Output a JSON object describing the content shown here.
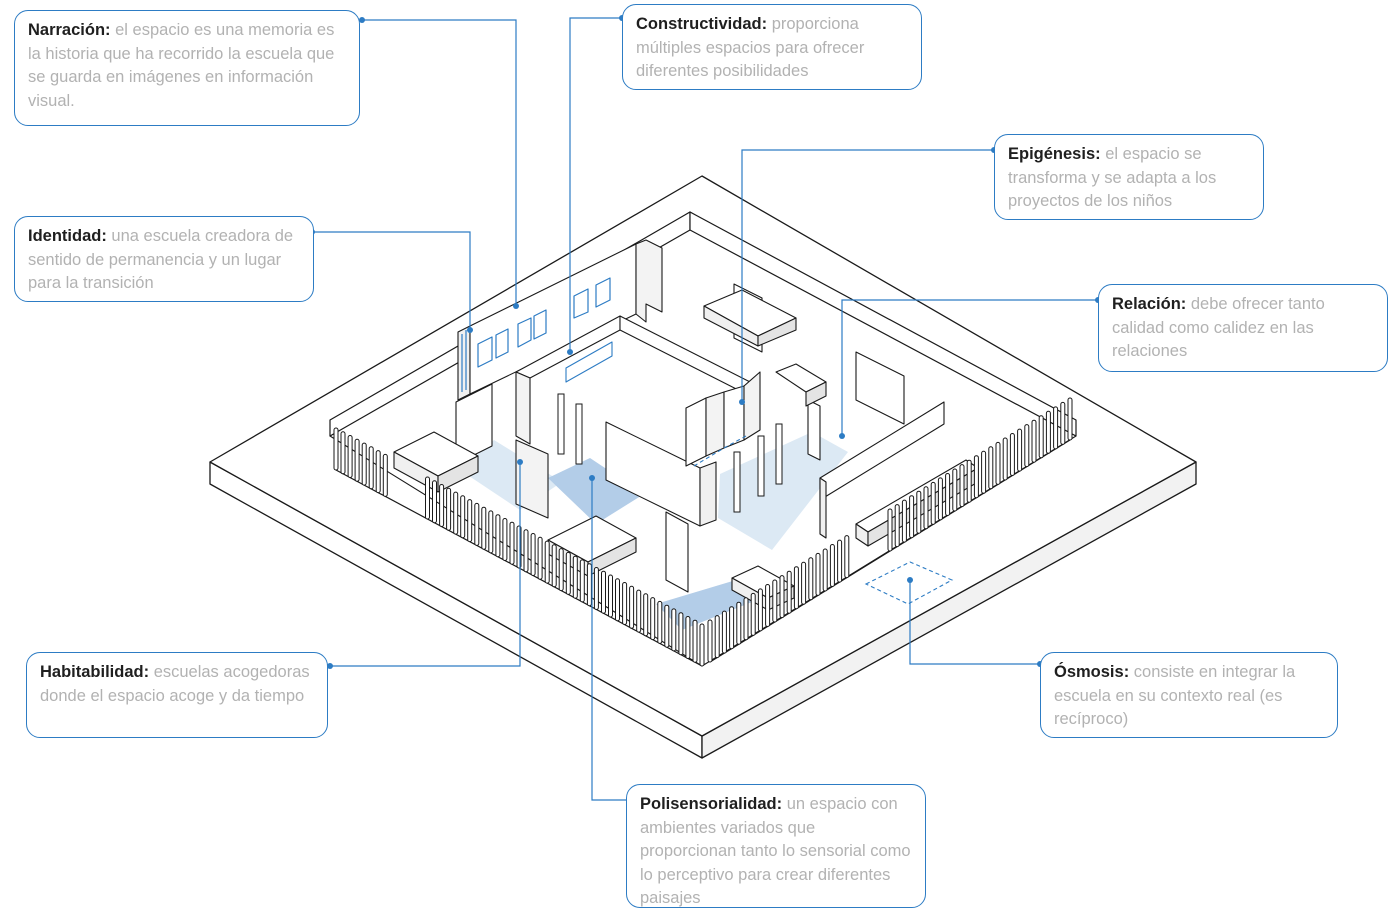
{
  "callouts": {
    "narracion": {
      "term": "Narración:",
      "text": "el espacio es una memoria es la historia que ha recorrido la escuela que se guarda en imágenes en información visual."
    },
    "constructividad": {
      "term": "Constructividad:",
      "text": "proporciona múltiples espacios para ofrecer diferentes posibilidades"
    },
    "epigenesis": {
      "term": "Epigénesis:",
      "text": "el espacio se transforma y se adapta a los proyectos de los niños"
    },
    "identidad": {
      "term": "Identidad:",
      "text": "una escuela creadora de sentido de permanencia y un lugar para la transición"
    },
    "relacion": {
      "term": "Relación:",
      "text": "debe ofrecer tanto calidad como calidez en las relaciones"
    },
    "habitabilidad": {
      "term": "Habitabilidad:",
      "text": "escuelas acogedoras donde el espacio acoge y da tiempo"
    },
    "osmosis": {
      "term": "Ósmosis:",
      "text": "consiste en integrar la escuela en su contexto real (es recíproco)"
    },
    "polisensorialidad": {
      "term": "Polisensorialidad:",
      "text": "un espacio con ambientes variados que proporcionan tanto lo sensorial como lo perceptivo para crear diferentes paisajes"
    }
  },
  "colors": {
    "accent": "#2d7cc4",
    "zone_light": "#dce9f4",
    "zone_medium": "#b3cde8",
    "line": "#1a1a1a",
    "term_text": "#1f1f1f",
    "desc_text": "#b2b2b2"
  }
}
